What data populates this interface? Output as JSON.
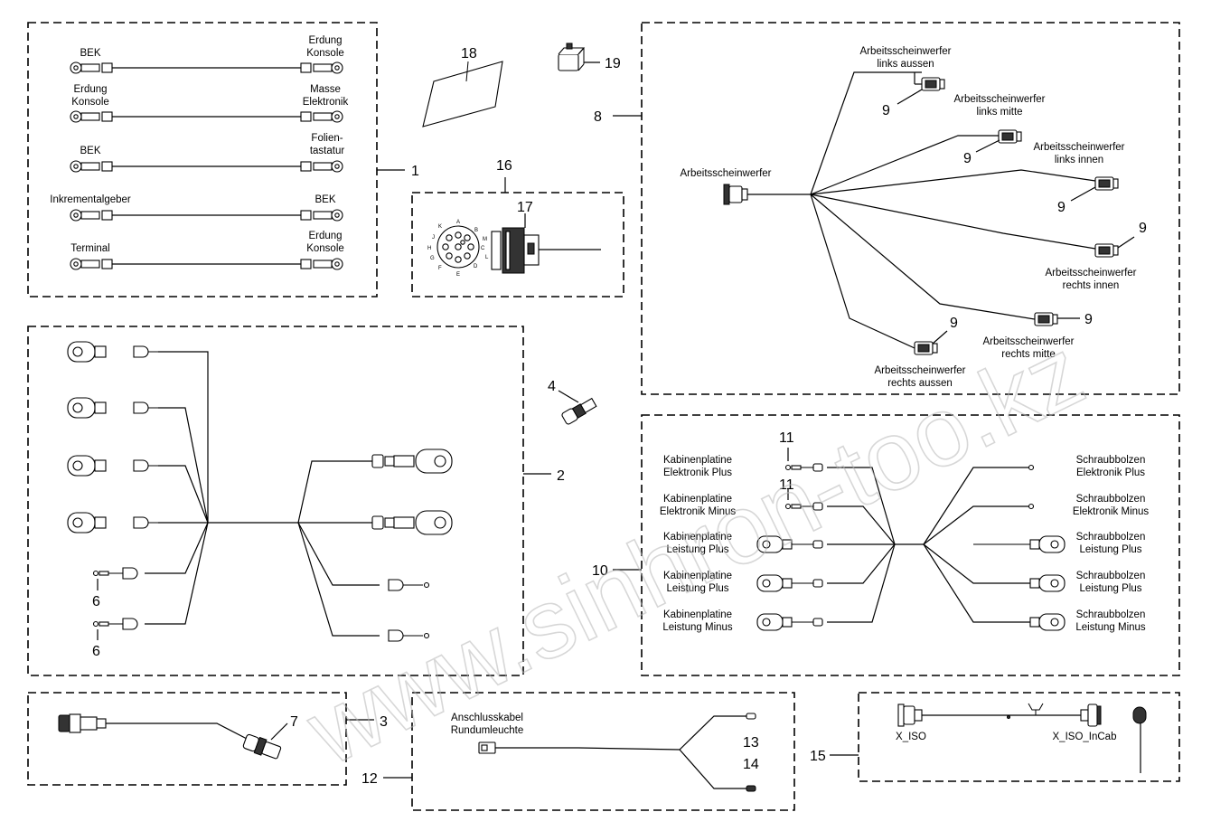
{
  "group1": {
    "number": "1",
    "rows": [
      {
        "left": [
          "BEK"
        ],
        "right": [
          "Erdung",
          "Konsole"
        ]
      },
      {
        "left": [
          "Erdung",
          "Konsole"
        ],
        "right": [
          "Masse",
          "Elektronik"
        ]
      },
      {
        "left": [
          "BEK"
        ],
        "right": [
          "Folien-",
          "tastatur"
        ]
      },
      {
        "left": [
          "Inkrementalgeber"
        ],
        "right": [
          "BEK"
        ]
      },
      {
        "left": [
          "Terminal"
        ],
        "right": [
          "Erdung",
          "Konsole"
        ]
      }
    ]
  },
  "group2": {
    "number": "2",
    "part6_a": "6",
    "part6_b": "6"
  },
  "group3": {
    "number": "3",
    "part7": "7"
  },
  "part4": "4",
  "group8": {
    "number": "8",
    "center_label": "Arbeitsscheinwerfer",
    "lamps": [
      {
        "label": [
          "Arbeitsscheinwerfer",
          "links aussen"
        ],
        "part": "9"
      },
      {
        "label": [
          "Arbeitsscheinwerfer",
          "links mitte"
        ],
        "part": "9"
      },
      {
        "label": [
          "Arbeitsscheinwerfer",
          "links innen"
        ],
        "part": "9"
      },
      {
        "label": [
          "Arbeitsscheinwerfer",
          "rechts innen"
        ],
        "part": "9"
      },
      {
        "label": [
          "Arbeitsscheinwerfer",
          "rechts mitte"
        ],
        "part": "9"
      },
      {
        "label": [
          "Arbeitsscheinwerfer",
          "rechts aussen"
        ],
        "part": "9"
      }
    ]
  },
  "group10": {
    "number": "10",
    "left": [
      [
        "Kabinenplatine",
        "Elektronik Plus"
      ],
      [
        "Kabinenplatine",
        "Elektronik Minus"
      ],
      [
        "Kabinenplatine",
        "Leistung Plus"
      ],
      [
        "Kabinenplatine",
        "Leistung Plus"
      ],
      [
        "Kabinenplatine",
        "Leistung Minus"
      ]
    ],
    "right": [
      [
        "Schraubbolzen",
        "Elektronik Plus"
      ],
      [
        "Schraubbolzen",
        "Elektronik Minus"
      ],
      [
        "Schraubbolzen",
        "Leistung Plus"
      ],
      [
        "Schraubbolzen",
        "Leistung Plus"
      ],
      [
        "Schraubbolzen",
        "Leistung Minus"
      ]
    ],
    "part11_a": "11",
    "part11_b": "11"
  },
  "group12": {
    "number": "12",
    "label": [
      "Anschlusskabel",
      "Rundumleuchte"
    ],
    "part13": "13",
    "part14": "14"
  },
  "group15": {
    "number": "15",
    "label_left": "X_ISO",
    "label_right": "X_ISO_InCab"
  },
  "group16": {
    "number": "16",
    "part17": "17",
    "pin_letters": [
      "A",
      "B",
      "C",
      "D",
      "E",
      "F",
      "G",
      "H",
      "J",
      "K",
      "L",
      "M"
    ]
  },
  "part18": "18",
  "part19": "19",
  "watermark": "www.sinhron-too.kz"
}
